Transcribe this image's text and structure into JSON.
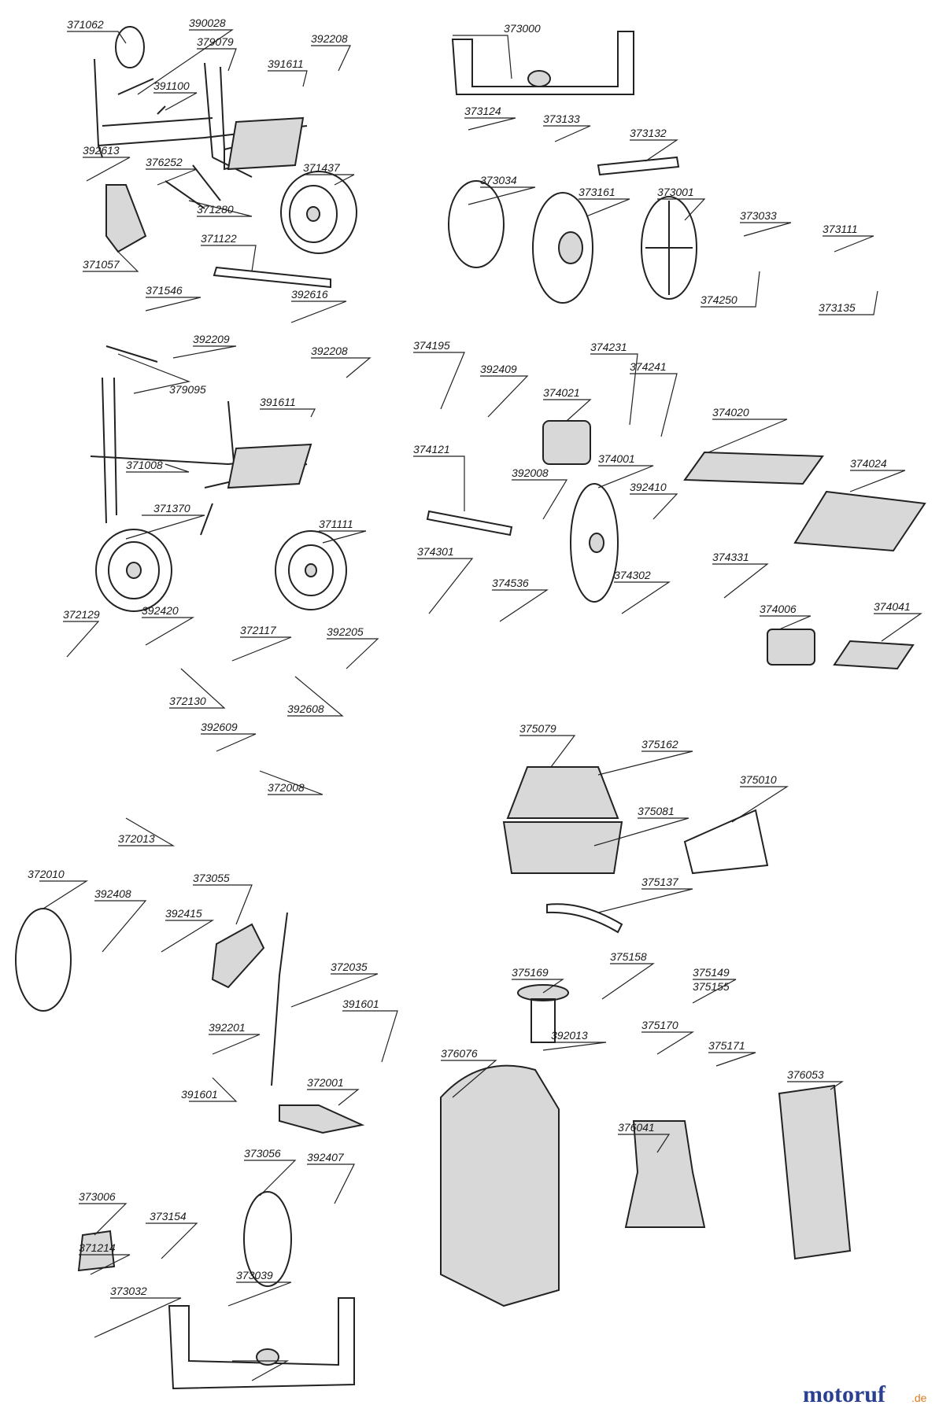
{
  "diagram": {
    "labels": [
      {
        "id": "371062"
      },
      {
        "id": "390028"
      },
      {
        "id": "379079"
      },
      {
        "id": "392208"
      },
      {
        "id": "391611"
      },
      {
        "id": "391100"
      },
      {
        "id": "392613"
      },
      {
        "id": "376252"
      },
      {
        "id": "371437"
      },
      {
        "id": "371280"
      },
      {
        "id": "371122"
      },
      {
        "id": "371057"
      },
      {
        "id": "371546"
      },
      {
        "id": "392616"
      },
      {
        "id": "373000"
      },
      {
        "id": "373124"
      },
      {
        "id": "373133"
      },
      {
        "id": "373132"
      },
      {
        "id": "373034"
      },
      {
        "id": "373161"
      },
      {
        "id": "373001"
      },
      {
        "id": "373033"
      },
      {
        "id": "373111"
      },
      {
        "id": "374250"
      },
      {
        "id": "373135"
      },
      {
        "id": "392209"
      },
      {
        "id": "392208"
      },
      {
        "id": "379095"
      },
      {
        "id": "391611"
      },
      {
        "id": "371008"
      },
      {
        "id": "371370"
      },
      {
        "id": "371111"
      },
      {
        "id": "374195"
      },
      {
        "id": "392409"
      },
      {
        "id": "374021"
      },
      {
        "id": "374231"
      },
      {
        "id": "374241"
      },
      {
        "id": "374020"
      },
      {
        "id": "374121"
      },
      {
        "id": "392008"
      },
      {
        "id": "374001"
      },
      {
        "id": "374024"
      },
      {
        "id": "392410"
      },
      {
        "id": "374301"
      },
      {
        "id": "374536"
      },
      {
        "id": "374302"
      },
      {
        "id": "374331"
      },
      {
        "id": "374006"
      },
      {
        "id": "374041"
      },
      {
        "id": "372129"
      },
      {
        "id": "392420"
      },
      {
        "id": "372117"
      },
      {
        "id": "392205"
      },
      {
        "id": "372130"
      },
      {
        "id": "392608"
      },
      {
        "id": "392609"
      },
      {
        "id": "372008"
      },
      {
        "id": "372013"
      },
      {
        "id": "375079"
      },
      {
        "id": "375162"
      },
      {
        "id": "375010"
      },
      {
        "id": "375081"
      },
      {
        "id": "375137"
      },
      {
        "id": "375169"
      },
      {
        "id": "375158"
      },
      {
        "id": "375149"
      },
      {
        "id": "375155"
      },
      {
        "id": "392013"
      },
      {
        "id": "375170"
      },
      {
        "id": "375171"
      },
      {
        "id": "372010"
      },
      {
        "id": "392408"
      },
      {
        "id": "373055"
      },
      {
        "id": "392415"
      },
      {
        "id": "372035"
      },
      {
        "id": "391601"
      },
      {
        "id": "392201"
      },
      {
        "id": "391601"
      },
      {
        "id": "372001"
      },
      {
        "id": "376076"
      },
      {
        "id": "376041"
      },
      {
        "id": "376053"
      },
      {
        "id": "373006"
      },
      {
        "id": "373154"
      },
      {
        "id": "373056"
      },
      {
        "id": "392407"
      },
      {
        "id": "371214"
      },
      {
        "id": "373032"
      },
      {
        "id": "373039"
      }
    ]
  },
  "watermark": {
    "brand": "motoruf",
    "suffix": ".de",
    "color": "#2a3f8f",
    "accent": "#e07a1f"
  }
}
